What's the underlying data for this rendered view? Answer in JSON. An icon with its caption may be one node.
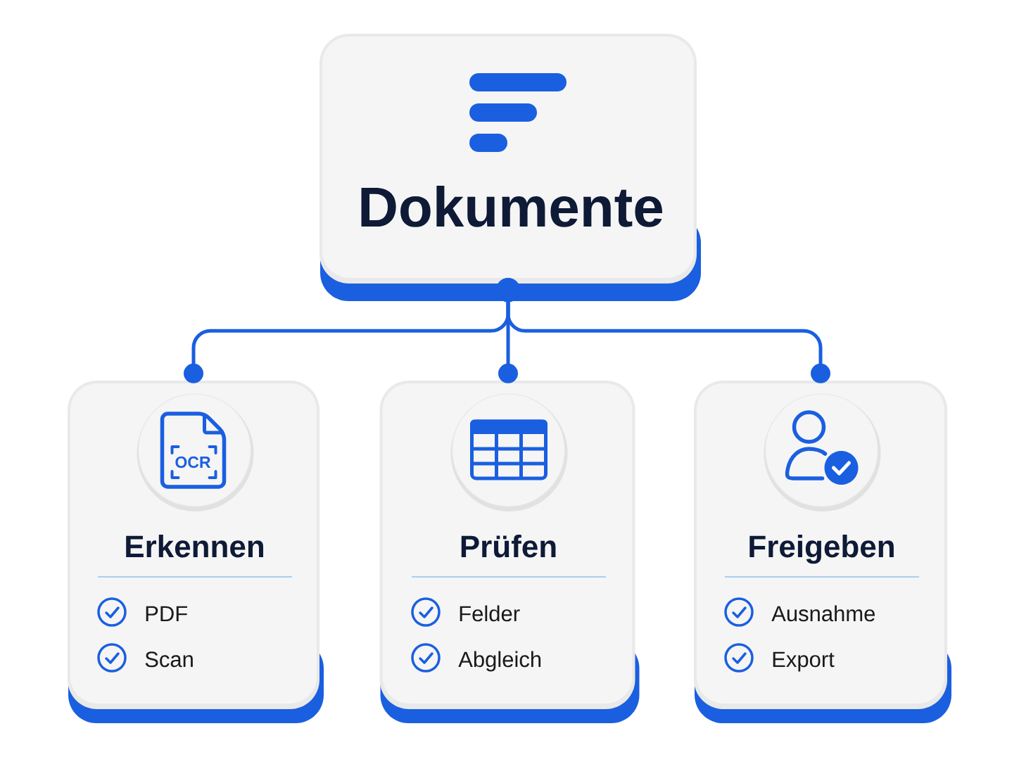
{
  "diagram": {
    "nodes": [
      {
        "text": [
          "Dokumente"
        ]
      },
      {
        "text": [
          "Erkennen",
          "PDF",
          "Scan"
        ]
      },
      {
        "text": [
          "Prüfen",
          "Felder",
          "Abgleich"
        ]
      },
      {
        "text": [
          "Freigeben",
          "Ausnahme",
          "Export"
        ]
      }
    ],
    "edges": [
      {
        "from": 0,
        "to": 1,
        "arrow": "other"
      },
      {
        "from": 0,
        "to": 2,
        "arrow": "other"
      },
      {
        "from": 0,
        "to": 3,
        "arrow": "other"
      }
    ],
    "labels": [
      "OCR"
    ]
  }
}
